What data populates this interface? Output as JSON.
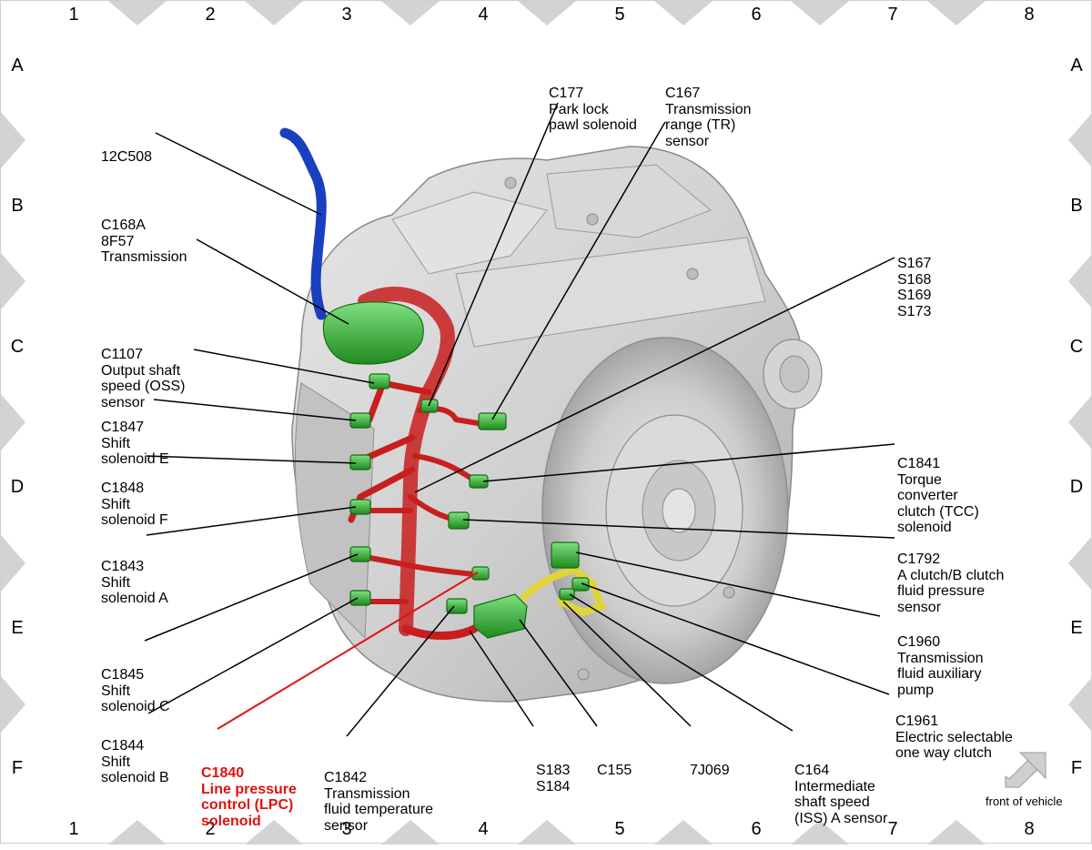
{
  "grid": {
    "columns": [
      "1",
      "2",
      "3",
      "4",
      "5",
      "6",
      "7",
      "8"
    ],
    "rows": [
      "A",
      "B",
      "C",
      "D",
      "E",
      "F"
    ]
  },
  "callouts": {
    "c177": [
      "C177",
      "Park lock",
      "pawl solenoid"
    ],
    "c167": [
      "C167",
      "Transmission",
      "range (TR)",
      "sensor"
    ],
    "c12c508": [
      "12C508"
    ],
    "c168a": [
      "C168A",
      "8F57",
      "Transmission"
    ],
    "s167": [
      "S167",
      "S168",
      "S169",
      "S173"
    ],
    "c1107": [
      "C1107",
      "Output shaft",
      "speed (OSS)",
      "sensor"
    ],
    "c1847": [
      "C1847",
      "Shift",
      "solenoid E"
    ],
    "c1848": [
      "C1848",
      "Shift",
      "solenoid F"
    ],
    "c1841": [
      "C1841",
      "Torque",
      "converter",
      "clutch (TCC)",
      "solenoid"
    ],
    "c1843": [
      "C1843",
      "Shift",
      "solenoid A"
    ],
    "c1792": [
      "C1792",
      "A clutch/B clutch",
      "fluid pressure",
      "sensor"
    ],
    "c1960": [
      "C1960",
      "Transmission",
      "fluid auxiliary",
      "pump"
    ],
    "c1845": [
      "C1845",
      "Shift",
      "solenoid C"
    ],
    "c1961": [
      "C1961",
      "Electric selectable",
      "one way clutch"
    ],
    "c1844": [
      "C1844",
      "Shift",
      "solenoid B"
    ],
    "c1840": [
      "C1840",
      "Line pressure",
      "control (LPC)",
      "solenoid"
    ],
    "c1842": [
      "C1842",
      "Transmission",
      "fluid temperature",
      "sensor"
    ],
    "s183": [
      "S183",
      "S184"
    ],
    "c155": [
      "C155"
    ],
    "j7069": [
      "7J069"
    ],
    "c164": [
      "C164",
      "Intermediate",
      "shaft speed",
      "(ISS) A sensor"
    ]
  },
  "front_label": "front of vehicle",
  "colors": {
    "housing": "#d2d2d2",
    "housing_dark": "#9a9a9a",
    "harness": "#c81e1e",
    "connector": "#2fa82f",
    "cable": "#1e46c8",
    "aux": "#e6dc3c",
    "lpc": "#e0110f",
    "marker": "#d3d3d3"
  }
}
